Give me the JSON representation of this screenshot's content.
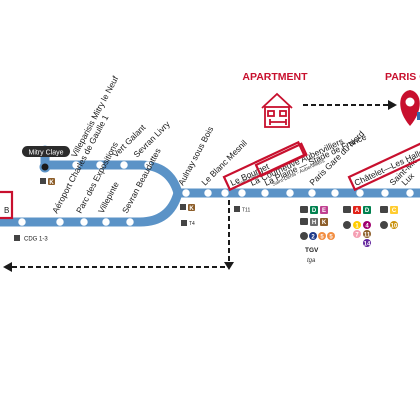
{
  "poi": {
    "apartment_label": "APARTMENT",
    "paris_label": "PARIS C"
  },
  "terminus": {
    "mitry": "Mitry Claye",
    "cdg": "CDG 1-3",
    "cdg_line_letter": "K"
  },
  "stations": [
    {
      "id": "aeroport",
      "label": "Aéroport Charles de Gaulle 1"
    },
    {
      "id": "parc",
      "label": "Parc des Expositions"
    },
    {
      "id": "villepinte",
      "label": "Villepinte"
    },
    {
      "id": "sevran-beaudottes",
      "label": "Sevran Beaudottes"
    },
    {
      "id": "villeparisis",
      "label": "Villeparisis Mitry le Neuf"
    },
    {
      "id": "vert-galant",
      "label": "Vert Galant"
    },
    {
      "id": "sevran-livry",
      "label": "Sevran Livry"
    },
    {
      "id": "aulnay",
      "label": "Aulnay sous Bois"
    },
    {
      "id": "blanc-mesnil",
      "label": "Le Blanc Mesnil"
    },
    {
      "id": "bourget",
      "label": "Le Bourget"
    },
    {
      "id": "courneuve",
      "label": "La Courneuve Aubervilliers"
    },
    {
      "id": "plaine",
      "label": "La Plaine — Stade de France"
    },
    {
      "id": "gare-nord",
      "label": "Paris Gare du Nord"
    },
    {
      "id": "chatelet",
      "label": "Châtelet—Les Halles"
    },
    {
      "id": "saint-michel",
      "label": "Saint-Mic"
    },
    {
      "id": "lux",
      "label": "Lux"
    }
  ],
  "subtitles": {
    "bourget": "Saint-Denis",
    "plaine": "Saint-Denis - Aubervilliers"
  },
  "connections": {
    "aulnay": [
      "K"
    ],
    "bourget": [
      "T11"
    ],
    "gare_nord_rer": [
      "D",
      "E"
    ],
    "gare_nord_rer2": [
      "H",
      "K"
    ],
    "gare_nord_metro": [
      "2",
      "5",
      "5"
    ],
    "gare_nord_tgv": "TGV",
    "chatelet_rer": [
      "A",
      "D"
    ],
    "chatelet_metro": [
      "1",
      "4",
      "7",
      "11",
      "14"
    ],
    "saint_michel_rer": [
      "C"
    ],
    "saint_michel_metro": [
      "10"
    ],
    "tram": "T4",
    "line_letter": "B"
  },
  "colors": {
    "line": "#5b93c7",
    "highlight": "#c8102e",
    "rer_d": "#00814f",
    "rer_e": "#c04191",
    "rer_a": "#e2231a",
    "rer_c": "#ffcc30",
    "rer_k": "#8d5e2a"
  },
  "icons": {
    "apartment": "house-bed-icon",
    "pin": "map-pin-icon"
  }
}
